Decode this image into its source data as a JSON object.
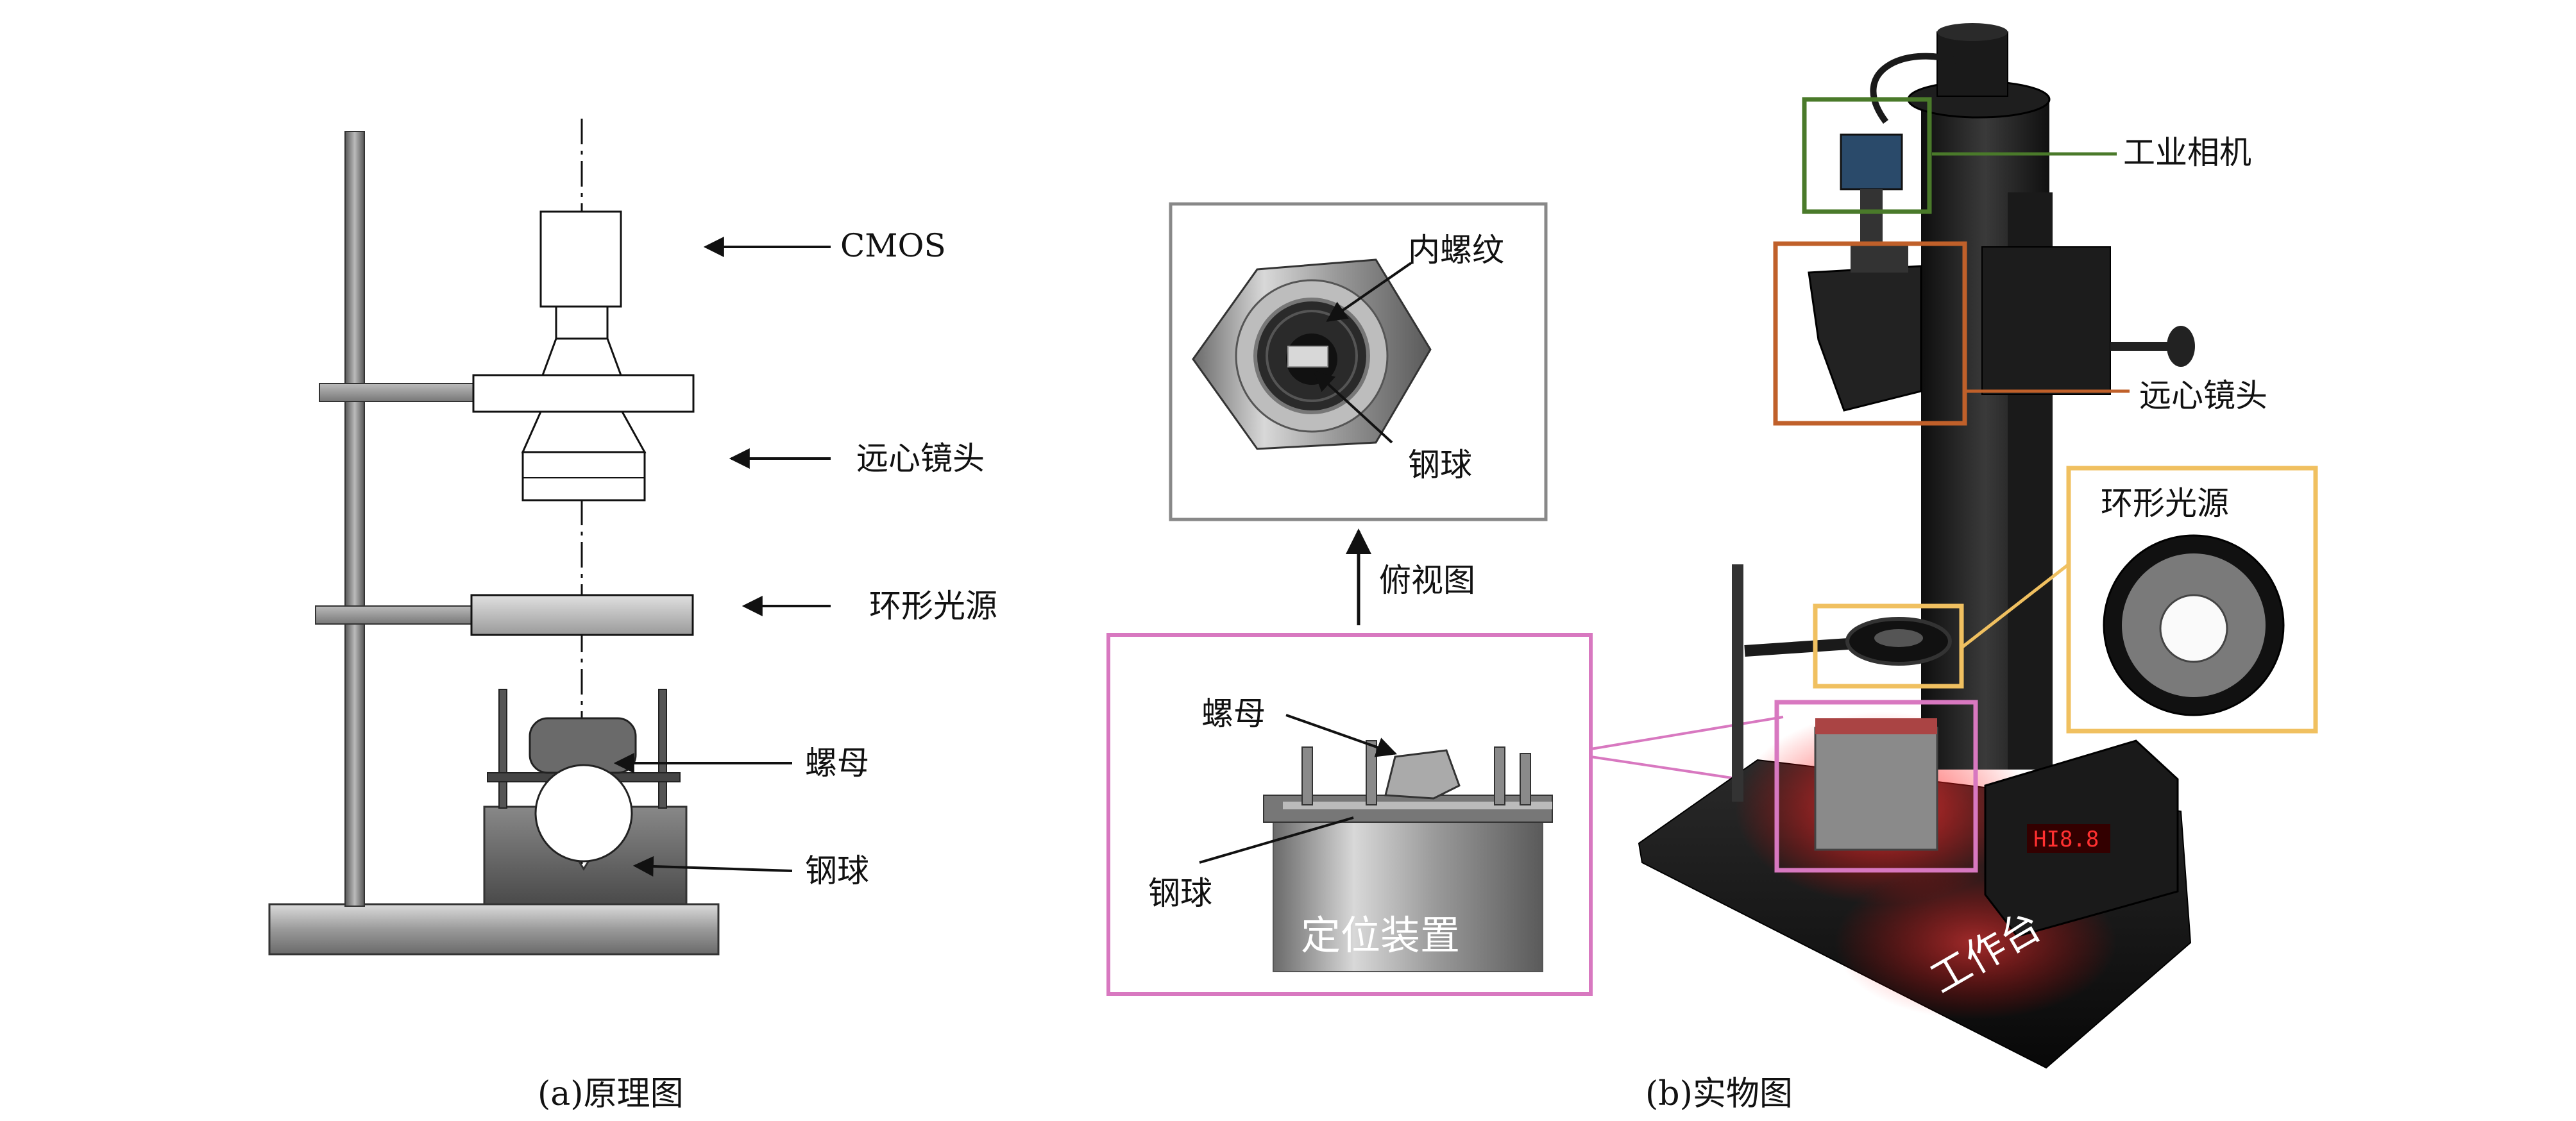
{
  "panel_a": {
    "caption": "(a)原理图",
    "labels": {
      "cmos": "CMOS",
      "telecentric_lens": "远心镜头",
      "ring_light": "环形光源",
      "nut": "螺母",
      "steel_ball": "钢球"
    }
  },
  "panel_b": {
    "caption": "(b)实物图",
    "top_view": {
      "internal_thread": "内螺纹",
      "steel_ball": "钢球",
      "arrow_label": "俯视图"
    },
    "fixture": {
      "nut": "螺母",
      "steel_ball": "钢球",
      "fixture_name": "定位装置"
    },
    "apparatus": {
      "industrial_camera": "工业相机",
      "telecentric_lens": "远心镜头",
      "ring_light": "环形光源",
      "workbench": "工作台"
    },
    "colors": {
      "camera_box": "#4a7a2a",
      "lens_box": "#c0602a",
      "light_box": "#f0c060",
      "fixture_box": "#d878c0",
      "topview_box": "#888888"
    }
  }
}
